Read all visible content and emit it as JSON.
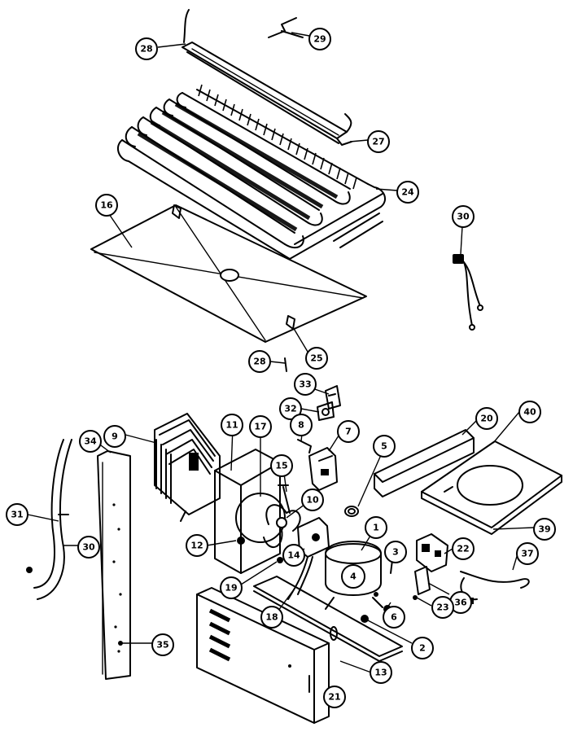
{
  "callouts": [
    {
      "id": "28a",
      "label": "28"
    },
    {
      "id": "29",
      "label": "29"
    },
    {
      "id": "27",
      "label": "27"
    },
    {
      "id": "24",
      "label": "24"
    },
    {
      "id": "16",
      "label": "16"
    },
    {
      "id": "30a",
      "label": "30"
    },
    {
      "id": "28b",
      "label": "28"
    },
    {
      "id": "25",
      "label": "25"
    },
    {
      "id": "33",
      "label": "33"
    },
    {
      "id": "32",
      "label": "32"
    },
    {
      "id": "9",
      "label": "9"
    },
    {
      "id": "11",
      "label": "11"
    },
    {
      "id": "17",
      "label": "17"
    },
    {
      "id": "8",
      "label": "8"
    },
    {
      "id": "7",
      "label": "7"
    },
    {
      "id": "5",
      "label": "5"
    },
    {
      "id": "20",
      "label": "20"
    },
    {
      "id": "40",
      "label": "40"
    },
    {
      "id": "34",
      "label": "34"
    },
    {
      "id": "15",
      "label": "15"
    },
    {
      "id": "10",
      "label": "10"
    },
    {
      "id": "31",
      "label": "31"
    },
    {
      "id": "30b",
      "label": "30"
    },
    {
      "id": "12",
      "label": "12"
    },
    {
      "id": "1",
      "label": "1"
    },
    {
      "id": "39",
      "label": "39"
    },
    {
      "id": "22",
      "label": "22"
    },
    {
      "id": "3",
      "label": "3"
    },
    {
      "id": "14",
      "label": "14"
    },
    {
      "id": "37",
      "label": "37"
    },
    {
      "id": "4",
      "label": "4"
    },
    {
      "id": "19",
      "label": "19"
    },
    {
      "id": "6",
      "label": "6"
    },
    {
      "id": "36",
      "label": "36"
    },
    {
      "id": "18",
      "label": "18"
    },
    {
      "id": "23",
      "label": "23"
    },
    {
      "id": "2",
      "label": "2"
    },
    {
      "id": "35",
      "label": "35"
    },
    {
      "id": "13",
      "label": "13"
    },
    {
      "id": "21",
      "label": "21"
    }
  ]
}
